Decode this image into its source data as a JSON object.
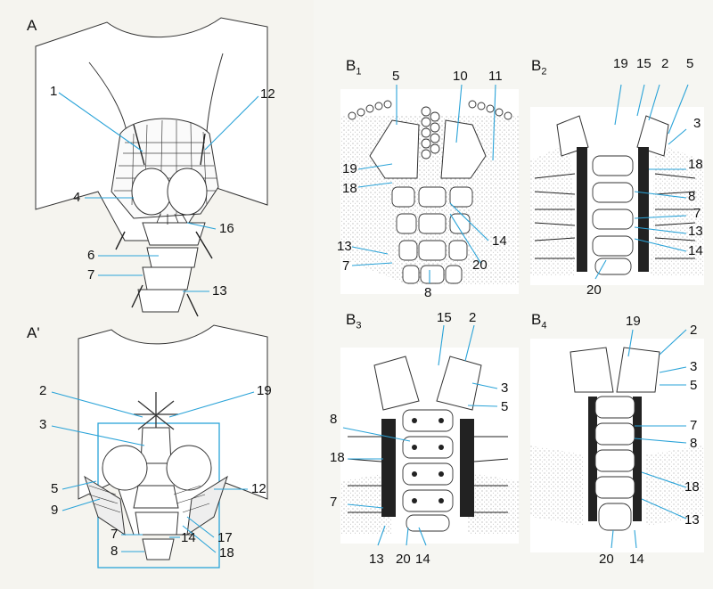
{
  "panels": {
    "A": {
      "name": "A",
      "sub": ""
    },
    "A2": {
      "name": "A'",
      "sub": ""
    },
    "B1": {
      "name": "B",
      "sub": "1"
    },
    "B2": {
      "name": "B",
      "sub": "2"
    },
    "B3": {
      "name": "B",
      "sub": "3"
    },
    "B4": {
      "name": "B",
      "sub": "4"
    }
  },
  "labels": {
    "A": [
      "1",
      "12",
      "4",
      "16",
      "6",
      "7",
      "13"
    ],
    "A2": [
      "2",
      "19",
      "3",
      "5",
      "9",
      "12",
      "7",
      "17",
      "8",
      "14",
      "18"
    ],
    "B1": [
      "5",
      "10",
      "11",
      "19",
      "18",
      "13",
      "7",
      "14",
      "20",
      "8"
    ],
    "B2": [
      "19",
      "15",
      "2",
      "5",
      "3",
      "18",
      "8",
      "7",
      "13",
      "14",
      "20"
    ],
    "B3": [
      "15",
      "2",
      "3",
      "5",
      "8",
      "18",
      "7",
      "13",
      "20",
      "14"
    ],
    "B4": [
      "19",
      "2",
      "3",
      "5",
      "7",
      "8",
      "18",
      "13",
      "20",
      "14"
    ]
  },
  "colors": {
    "leader": "#2aa3d8",
    "ink": "#333333",
    "panel_bg": "#f3f1ea"
  }
}
